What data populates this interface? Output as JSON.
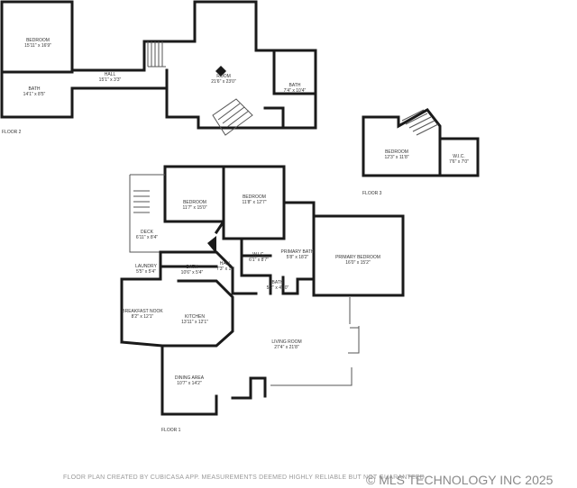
{
  "floors": [
    {
      "label": "FLOOR 2"
    },
    {
      "label": "FLOOR 3"
    },
    {
      "label": "FLOOR 1"
    }
  ],
  "rooms": {
    "f2_bedroom": {
      "name": "BEDROOM",
      "dims": "15'11\" x 16'9\""
    },
    "f2_bath_left": {
      "name": "BATH",
      "dims": "14'1\" x 8'5\""
    },
    "f2_hall": {
      "name": "HALL",
      "dims": "15'1\" x 3'3\""
    },
    "f2_room": {
      "name": "ROOM",
      "dims": "21'6\" x 23'0\""
    },
    "f2_bath_right": {
      "name": "BATH",
      "dims": "7'4\" x 10'4\""
    },
    "f3_bedroom": {
      "name": "BEDROOM",
      "dims": "12'3\" x 11'8\""
    },
    "f3_wic": {
      "name": "W.I.C.",
      "dims": "7'6\" x 7'0\""
    },
    "f1_bedroom_a": {
      "name": "BEDROOM",
      "dims": "11'7\" x 15'0\""
    },
    "f1_bedroom_b": {
      "name": "BEDROOM",
      "dims": "11'8\" x 12'7\""
    },
    "f1_deck": {
      "name": "DECK",
      "dims": "6'11\" x 8'4\""
    },
    "f1_wic": {
      "name": "W.I.C.",
      "dims": "6'1\" x 8'7\""
    },
    "f1_primary_bath": {
      "name": "PRIMARY BATH",
      "dims": "5'8\" x 18'2\""
    },
    "f1_primary_bedroom": {
      "name": "PRIMARY BEDROOM",
      "dims": "16'0\" x 15'2\""
    },
    "f1_laundry": {
      "name": "LAUNDRY",
      "dims": "5'5\" x 5'4\""
    },
    "f1_bath": {
      "name": "BATH",
      "dims": "10'6\" x 5'4\""
    },
    "f1_hall": {
      "name": "HALL",
      "dims": "7'3\" x 10'"
    },
    "f1_bath_small": {
      "name": "BATH",
      "dims": "5'2\" x 4'10\""
    },
    "f1_breakfast": {
      "name": "BREAKFAST NOOK",
      "dims": "8'2\" x 12'1\""
    },
    "f1_kitchen": {
      "name": "KITCHEN",
      "dims": "13'11\" x 12'1\""
    },
    "f1_living": {
      "name": "LIVING ROOM",
      "dims": "27'4\" x 21'8\""
    },
    "f1_dining": {
      "name": "DINING AREA",
      "dims": "10'7\" x 14'2\""
    }
  },
  "footer": {
    "disclaimer": "FLOOR PLAN CREATED BY CUBICASA APP. MEASUREMENTS DEEMED HIGHLY RELIABLE BUT NOT GUARANTEED.",
    "watermark": "© MLS TECHNOLOGY INC 2025"
  }
}
